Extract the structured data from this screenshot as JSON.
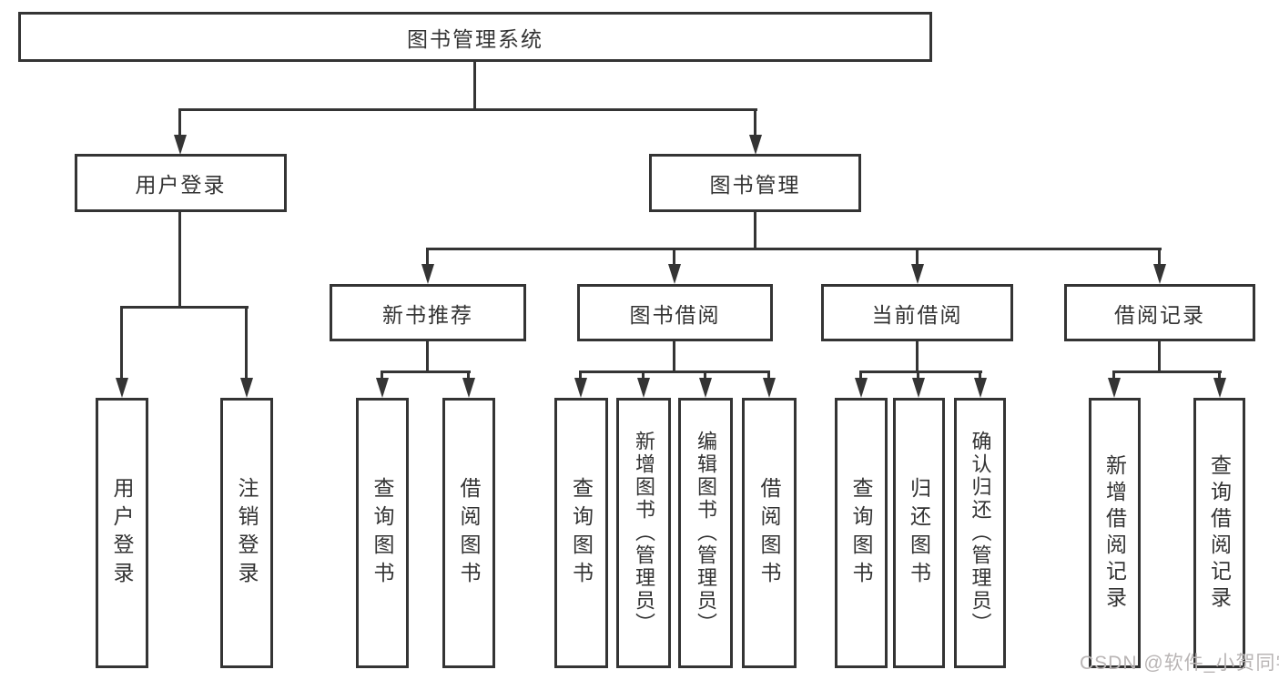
{
  "diagram": {
    "title": "图书管理系统",
    "root": {
      "label": "图书管理系统",
      "children": [
        {
          "label": "用户登录",
          "children": [
            {
              "label": "用户登录"
            },
            {
              "label": "注销登录"
            }
          ]
        },
        {
          "label": "图书管理",
          "children": [
            {
              "label": "新书推荐",
              "children": [
                {
                  "label": "查询图书"
                },
                {
                  "label": "借阅图书"
                }
              ]
            },
            {
              "label": "图书借阅",
              "children": [
                {
                  "label": "查询图书"
                },
                {
                  "label": "新增图书（管理员）"
                },
                {
                  "label": "编辑图书（管理员）"
                },
                {
                  "label": "借阅图书"
                }
              ]
            },
            {
              "label": "当前借阅",
              "children": [
                {
                  "label": "查询图书"
                },
                {
                  "label": "归还图书"
                },
                {
                  "label": "确认归还（管理员）"
                }
              ]
            },
            {
              "label": "借阅记录",
              "children": [
                {
                  "label": "新增借阅记录"
                },
                {
                  "label": "查询借阅记录"
                }
              ]
            }
          ]
        }
      ]
    }
  },
  "watermark": {
    "text": "CSDN @软件_小贺同学"
  },
  "colors": {
    "line": "#343434",
    "text": "#333333",
    "watermark": "#b9b5b5",
    "background": "#ffffff"
  }
}
